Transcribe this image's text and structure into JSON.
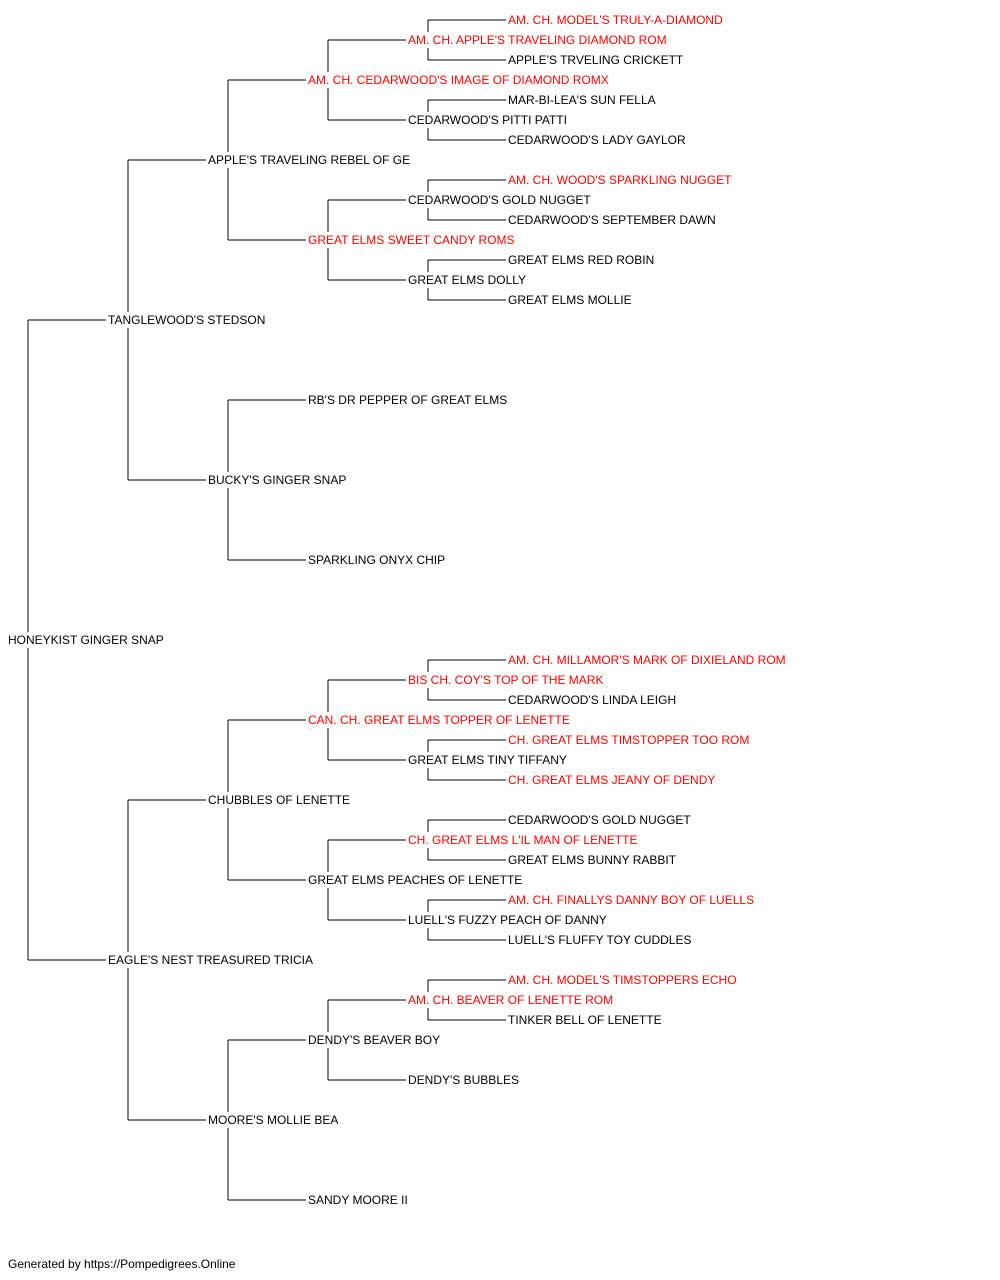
{
  "colors": {
    "champion": "#ff0000",
    "normal": "#000000",
    "line": "#000000"
  },
  "pedigree": [
    {
      "name": "HONEYKIST GINGER SNAP",
      "gen": 0,
      "row": 0,
      "champion": false
    },
    {
      "name": "TANGLEWOOD'S STEDSON",
      "gen": 1,
      "row": 0,
      "champion": false
    },
    {
      "name": "EAGLE'S NEST TREASURED TRICIA",
      "gen": 1,
      "row": 1,
      "champion": false
    },
    {
      "name": "APPLE'S TRAVELING REBEL OF GE",
      "gen": 2,
      "row": 0,
      "champion": false
    },
    {
      "name": "BUCKY'S GINGER SNAP",
      "gen": 2,
      "row": 1,
      "champion": false
    },
    {
      "name": "CHUBBLES OF LENETTE",
      "gen": 2,
      "row": 2,
      "champion": false
    },
    {
      "name": "MOORE'S MOLLIE BEA",
      "gen": 2,
      "row": 3,
      "champion": false
    },
    {
      "name": "AM. CH. CEDARWOOD'S IMAGE OF DIAMOND ROMX",
      "gen": 3,
      "row": 0,
      "champion": true
    },
    {
      "name": "GREAT ELMS SWEET CANDY ROMS",
      "gen": 3,
      "row": 1,
      "champion": true
    },
    {
      "name": "RB'S DR PEPPER OF GREAT ELMS",
      "gen": 3,
      "row": 2,
      "champion": false
    },
    {
      "name": "SPARKLING ONYX CHIP",
      "gen": 3,
      "row": 3,
      "champion": false
    },
    {
      "name": "CAN. CH. GREAT ELMS TOPPER OF LENETTE",
      "gen": 3,
      "row": 4,
      "champion": true
    },
    {
      "name": "GREAT ELMS PEACHES OF LENETTE",
      "gen": 3,
      "row": 5,
      "champion": false
    },
    {
      "name": "DENDY'S BEAVER BOY",
      "gen": 3,
      "row": 6,
      "champion": false
    },
    {
      "name": "SANDY MOORE II",
      "gen": 3,
      "row": 7,
      "champion": false
    },
    {
      "name": "AM. CH. APPLE'S TRAVELING DIAMOND ROM",
      "gen": 4,
      "row": 0,
      "champion": true
    },
    {
      "name": "CEDARWOOD'S PITTI PATTI",
      "gen": 4,
      "row": 1,
      "champion": false
    },
    {
      "name": "CEDARWOOD'S GOLD NUGGET",
      "gen": 4,
      "row": 2,
      "champion": false
    },
    {
      "name": "GREAT ELMS DOLLY",
      "gen": 4,
      "row": 3,
      "champion": false
    },
    {
      "name": "BIS CH. COY'S TOP OF THE MARK",
      "gen": 4,
      "row": 8,
      "champion": true
    },
    {
      "name": "GREAT ELMS TINY TIFFANY",
      "gen": 4,
      "row": 9,
      "champion": false
    },
    {
      "name": "CH. GREAT ELMS L'IL MAN OF LENETTE",
      "gen": 4,
      "row": 10,
      "champion": true
    },
    {
      "name": "LUELL'S FUZZY PEACH OF DANNY",
      "gen": 4,
      "row": 11,
      "champion": false
    },
    {
      "name": "AM. CH. BEAVER OF LENETTE ROM",
      "gen": 4,
      "row": 12,
      "champion": true
    },
    {
      "name": "DENDY'S BUBBLES",
      "gen": 4,
      "row": 13,
      "champion": false
    },
    {
      "name": "AM. CH. MODEL'S TRULY-A-DIAMOND",
      "gen": 5,
      "row": 0,
      "champion": true
    },
    {
      "name": "APPLE'S TRVELING CRICKETT",
      "gen": 5,
      "row": 1,
      "champion": false
    },
    {
      "name": "MAR-BI-LEA'S SUN FELLA",
      "gen": 5,
      "row": 2,
      "champion": false
    },
    {
      "name": "CEDARWOOD'S LADY GAYLOR",
      "gen": 5,
      "row": 3,
      "champion": false
    },
    {
      "name": "AM. CH. WOOD'S SPARKLING NUGGET",
      "gen": 5,
      "row": 4,
      "champion": true
    },
    {
      "name": "CEDARWOOD'S SEPTEMBER DAWN",
      "gen": 5,
      "row": 5,
      "champion": false
    },
    {
      "name": "GREAT ELMS RED ROBIN",
      "gen": 5,
      "row": 6,
      "champion": false
    },
    {
      "name": "GREAT ELMS MOLLIE",
      "gen": 5,
      "row": 7,
      "champion": false
    },
    {
      "name": "AM. CH. MILLAMOR'S MARK OF DIXIELAND ROM",
      "gen": 5,
      "row": 16,
      "champion": true
    },
    {
      "name": "CEDARWOOD'S LINDA LEIGH",
      "gen": 5,
      "row": 17,
      "champion": false
    },
    {
      "name": "CH. GREAT ELMS TIMSTOPPER TOO ROM",
      "gen": 5,
      "row": 18,
      "champion": true
    },
    {
      "name": "CH. GREAT ELMS JEANY OF DENDY",
      "gen": 5,
      "row": 19,
      "champion": true
    },
    {
      "name": "CEDARWOOD'S GOLD NUGGET",
      "gen": 5,
      "row": 20,
      "champion": false
    },
    {
      "name": "GREAT ELMS BUNNY RABBIT",
      "gen": 5,
      "row": 21,
      "champion": false
    },
    {
      "name": "AM. CH. FINALLYS DANNY BOY OF LUELLS",
      "gen": 5,
      "row": 22,
      "champion": true
    },
    {
      "name": "LUELL'S FLUFFY TOY CUDDLES",
      "gen": 5,
      "row": 23,
      "champion": false
    },
    {
      "name": "AM. CH. MODEL'S TIMSTOPPERS ECHO",
      "gen": 5,
      "row": 24,
      "champion": true
    },
    {
      "name": "TINKER BELL OF LENETTE",
      "gen": 5,
      "row": 25,
      "champion": false
    }
  ],
  "footer": "Generated by https://Pompedigrees.Online"
}
